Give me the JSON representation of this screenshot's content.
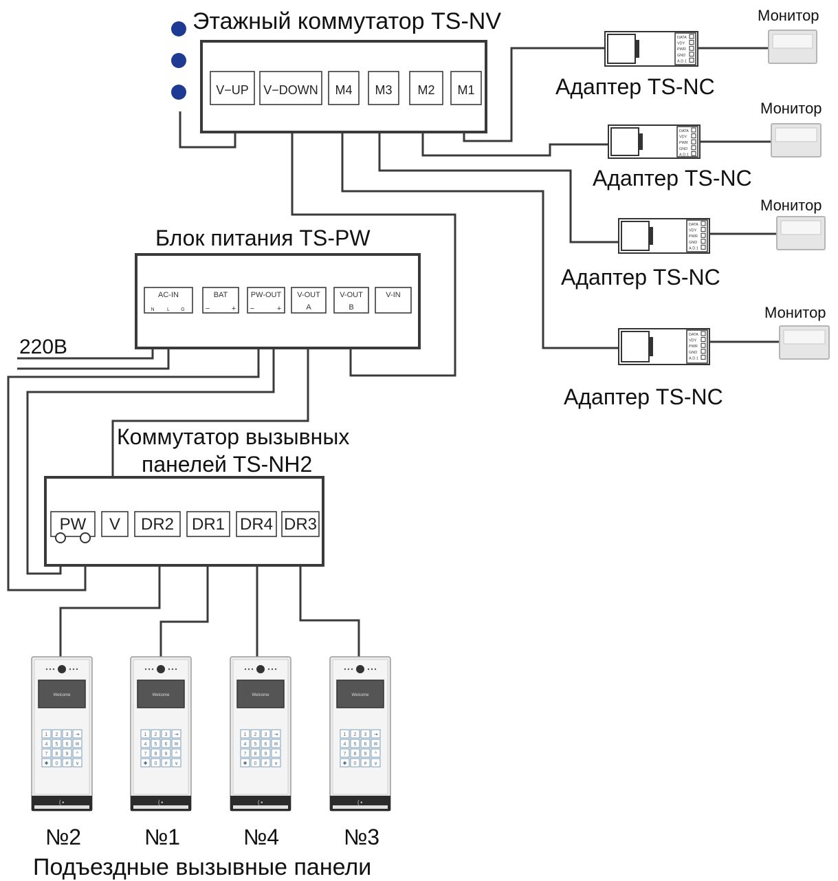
{
  "titles": {
    "floor_switch": "Этажный коммутатор TS-NV",
    "power_unit": "Блок питания  TS-PW",
    "panel_switch_line1": "Коммутатор вызывных",
    "panel_switch_line2": "панелей TS-NH2",
    "entrance_panels": "Подъездные вызывные панели"
  },
  "mains_label": "220В",
  "floor_switch_ports": [
    "V−UP",
    "V−DOWN",
    "M4",
    "M3",
    "M2",
    "M1"
  ],
  "power_ports": [
    {
      "name": "AC-IN",
      "sub": "",
      "pins": [
        "N",
        "L",
        "G"
      ]
    },
    {
      "name": "BAT",
      "sub": "",
      "pins": [
        "−",
        "+"
      ]
    },
    {
      "name": "PW-OUT",
      "sub": "",
      "pins": [
        "−",
        "+"
      ]
    },
    {
      "name": "V-OUT",
      "sub": "A",
      "pins": []
    },
    {
      "name": "V-OUT",
      "sub": "B",
      "pins": []
    },
    {
      "name": "V-IN",
      "sub": "",
      "pins": []
    }
  ],
  "panel_switch_ports": [
    "PW",
    "V",
    "DR2",
    "DR1",
    "DR4",
    "DR3"
  ],
  "adapters": [
    {
      "label": "Адаптер TS-NC",
      "monitor": "Монитор"
    },
    {
      "label": "Адаптер TS-NC",
      "monitor": "Монитор"
    },
    {
      "label": "Адаптер TS-NC",
      "monitor": "Монитор"
    },
    {
      "label": "Адаптер TS-NC",
      "monitor": "Монитор"
    }
  ],
  "adapter_pins": [
    "DATA",
    "VDY",
    "PWR",
    "GND",
    "A.D.1"
  ],
  "door_panels": [
    {
      "number": "№2",
      "screen": "Welcome"
    },
    {
      "number": "№1",
      "screen": "Welcome"
    },
    {
      "number": "№4",
      "screen": "Welcome"
    },
    {
      "number": "№3",
      "screen": "Welcome"
    }
  ],
  "keypad_keys": [
    "1",
    "2",
    "3",
    "⇥",
    "4",
    "5",
    "6",
    "✉",
    "7",
    "8",
    "9",
    "^",
    "✱",
    "0",
    "#",
    "∨"
  ],
  "colors": {
    "wire": "#3a3a3a",
    "dot": "#1f3a93"
  }
}
